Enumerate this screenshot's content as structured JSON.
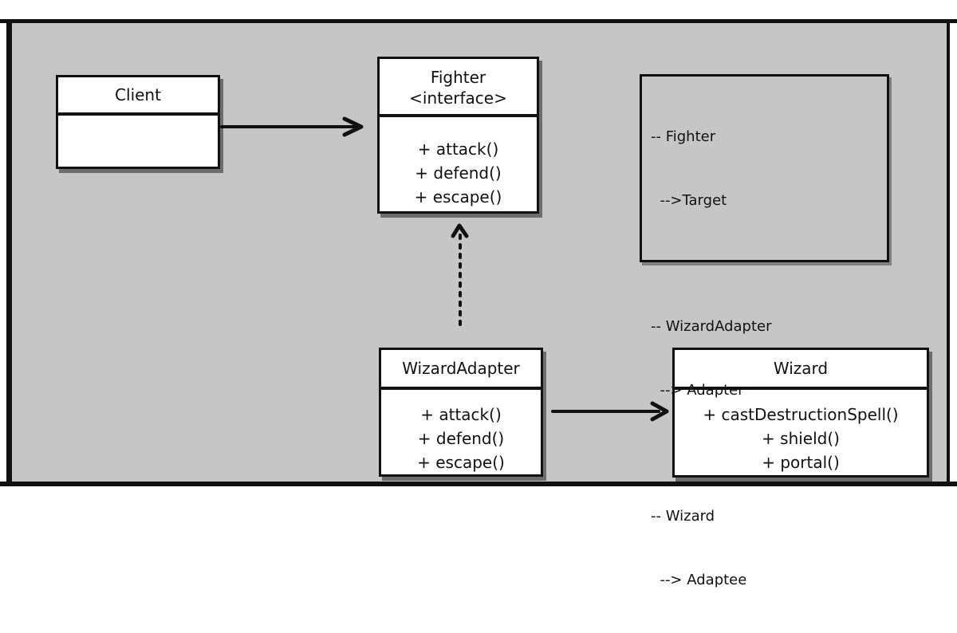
{
  "diagram": {
    "classes": {
      "client": {
        "name": "Client",
        "members": []
      },
      "fighter": {
        "name": "Fighter",
        "stereotype": "<interface>",
        "members": [
          "+ attack()",
          "+ defend()",
          "+ escape()"
        ]
      },
      "wizard_adapter": {
        "name": "WizardAdapter",
        "members": [
          "+ attack()",
          "+ defend()",
          "+ escape()"
        ]
      },
      "wizard": {
        "name": "Wizard",
        "members": [
          "+ castDestructionSpell()",
          "+ shield()",
          "+ portal()"
        ]
      }
    },
    "legend": [
      {
        "line1": "-- Fighter",
        "line2": "  -->Target"
      },
      {
        "line1": "-- WizardAdapter",
        "line2": "  --> Adapter"
      },
      {
        "line1": "-- Wizard",
        "line2": "  --> Adaptee"
      }
    ],
    "relations": [
      {
        "from": "Client",
        "to": "Fighter",
        "style": "solid"
      },
      {
        "from": "WizardAdapter",
        "to": "Fighter",
        "style": "dotted"
      },
      {
        "from": "WizardAdapter",
        "to": "Wizard",
        "style": "solid"
      }
    ],
    "colors": {
      "background": "#c6c6c6",
      "box": "#ffffff",
      "ink": "#111111"
    }
  }
}
